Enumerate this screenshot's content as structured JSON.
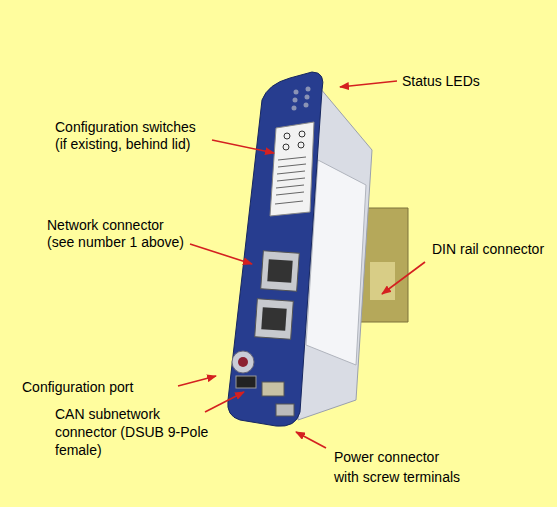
{
  "diagram": {
    "labels": [
      "Status LEDs",
      "Configuration switches (if existing, behind lid)",
      "Network connector (see number 1 above)",
      "DIN rail connector",
      "Configuration port",
      "CAN subnetwork connector (DSUB 9-Pole female)",
      "Power connector with screw terminals"
    ]
  }
}
